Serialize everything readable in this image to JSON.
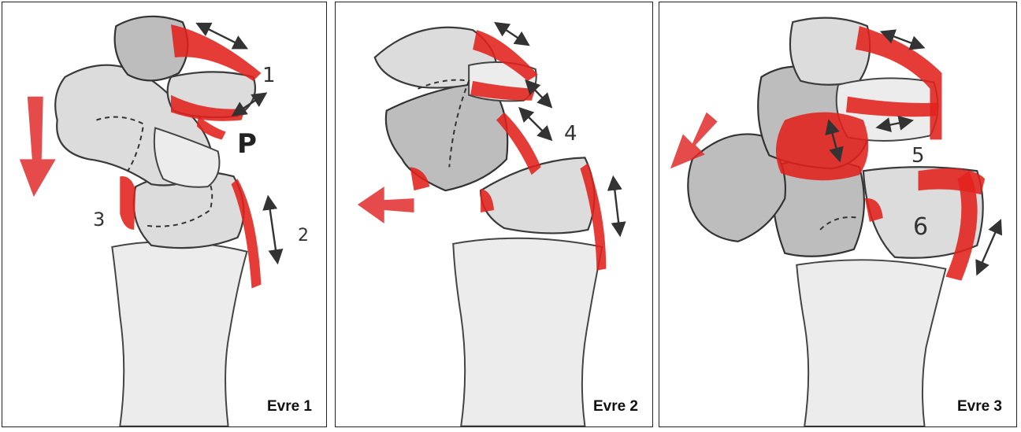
{
  "panels": [
    {
      "caption": "Evre 1",
      "labels": {
        "l1": "1",
        "l2": "2",
        "l3": "3",
        "lp": "P"
      }
    },
    {
      "caption": "Evre 2",
      "labels": {
        "l4": "4"
      }
    },
    {
      "caption": "Evre 3",
      "labels": {
        "l5": "5",
        "l6": "6"
      }
    }
  ],
  "colors": {
    "ligament": "#e3211c",
    "bone": "#dcdcdc",
    "outline": "#3a3a3a"
  }
}
